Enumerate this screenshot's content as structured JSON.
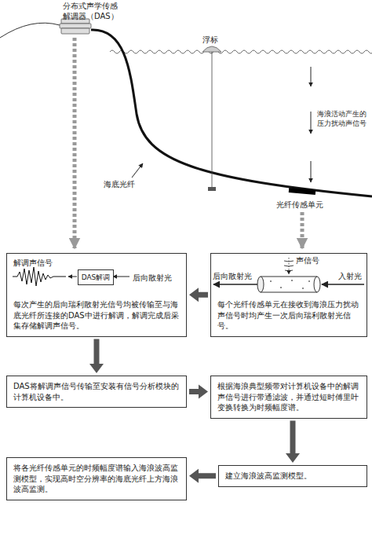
{
  "diagram": {
    "nodes": [
      {
        "text": [
          "解调声信号",
          "后向散射光",
          "每次产生的后向瑞利散射光信号均被传输至与海底光纤所连接的DAS中进行解调，解调完成后采集存储解调声信号。"
        ]
      },
      {
        "text": [
          "DAS解调"
        ],
        "in": 0
      },
      {
        "text": [
          "声信号",
          "后向散射光",
          "入射光",
          "每个光纤传感单元在接收到海浪压力扰动声信号时均产生一次后向瑞利散射光信号。"
        ]
      },
      {
        "text": [
          "DAS将解调声信号传输至安装有信号分析模块的计算机设备中。"
        ]
      },
      {
        "text": [
          "根据海浪典型频带对计算机设备中的解调声信号进行带通滤波，并通过短时傅里叶变换转换为时频幅度谱。"
        ]
      },
      {
        "text": [
          "建立海浪波高监测模型。"
        ]
      },
      {
        "text": [
          "将各光纤传感单元的时频幅度谱输入海浪波高监测模型，实现高时空分辨率的海底光纤上方海浪波高监测。"
        ]
      }
    ],
    "edges": [
      {
        "from": 2,
        "to": 0,
        "arrow": "to"
      },
      {
        "from": 0,
        "to": 3,
        "arrow": "to"
      },
      {
        "from": 3,
        "to": 4,
        "arrow": "to"
      },
      {
        "from": 4,
        "to": 5,
        "arrow": "to"
      },
      {
        "from": 5,
        "to": 6,
        "arrow": "to"
      }
    ],
    "labels": [
      "分布式声学传感解调器（DAS）",
      "浮标",
      "海浪活动产生的压力扰动声信号",
      "海底光纤",
      "光纤传感单元"
    ]
  }
}
